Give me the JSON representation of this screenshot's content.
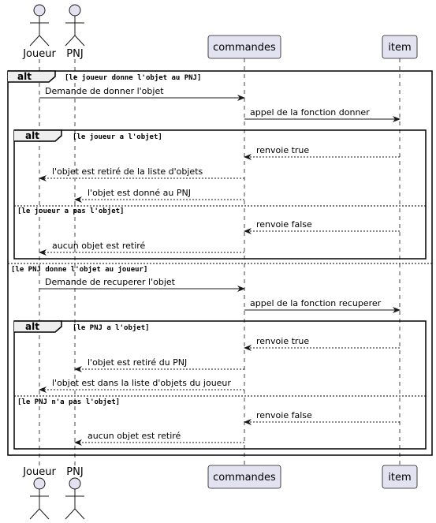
{
  "participants": {
    "joueur": "Joueur",
    "pnj": "PNJ",
    "commandes": "commandes",
    "item": "item"
  },
  "alt_keyword": "alt",
  "fragments": {
    "outer_guard_1": "[le joueur donne l'objet au PNJ]",
    "outer_guard_2": "[le PNJ donne l'objet au joueur]",
    "inner1_guard_1": "[le joueur a l'objet]",
    "inner1_guard_2": "[le joueur a pas l'objet]",
    "inner2_guard_1": "[le PNJ a l'objet]",
    "inner2_guard_2": "[le PNJ n'a pas l'objet]"
  },
  "messages": [
    "Demande de donner l'objet",
    "appel de la fonction donner",
    "renvoie true",
    "l'objet est retiré de la liste d'objets",
    "l'objet est donné au PNJ",
    "renvoie false",
    "aucun objet est retiré",
    "Demande de recuperer l'objet",
    "appel de la fonction recuperer",
    "renvoie true",
    "l'objet est retiré du PNJ",
    "l'objet est dans la liste d'objets du joueur",
    "renvoie false",
    "aucun objet est retiré"
  ]
}
